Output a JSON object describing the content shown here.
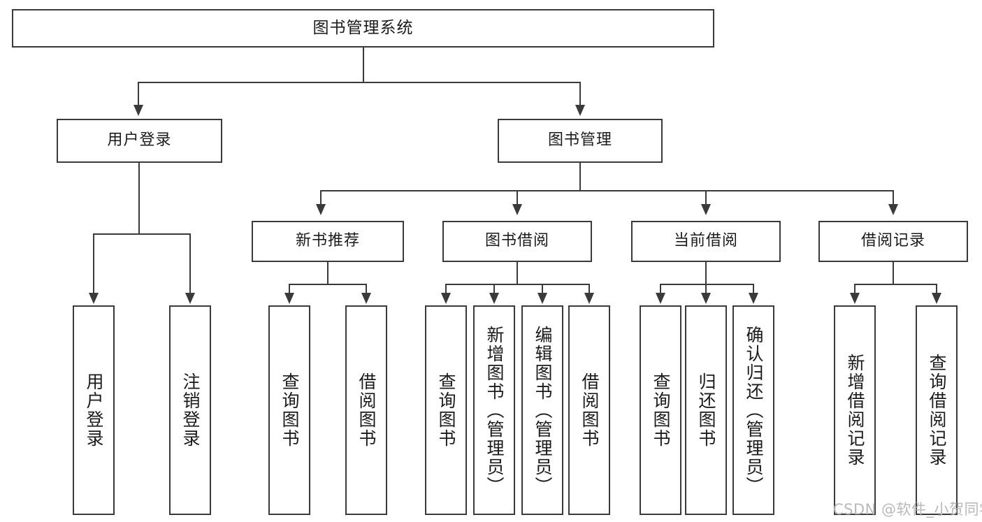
{
  "diagram": {
    "type": "tree-hierarchy",
    "title": "图书管理系统",
    "root": {
      "label": "图书管理系统"
    },
    "level2": [
      {
        "label": "用户登录"
      },
      {
        "label": "图书管理"
      }
    ],
    "level3": [
      {
        "label": "新书推荐"
      },
      {
        "label": "图书借阅"
      },
      {
        "label": "当前借阅"
      },
      {
        "label": "借阅记录"
      }
    ],
    "leaves": {
      "user_login": [
        {
          "label": "用户登录"
        },
        {
          "label": "注销登录"
        }
      ],
      "new_book_recommend": [
        {
          "label": "查询图书"
        },
        {
          "label": "借阅图书"
        }
      ],
      "book_borrow": [
        {
          "label": "查询图书"
        },
        {
          "label": "新增图书（管理员）"
        },
        {
          "label": "编辑图书（管理员）"
        },
        {
          "label": "借阅图书"
        }
      ],
      "current_borrow": [
        {
          "label": "查询图书"
        },
        {
          "label": "归还图书"
        },
        {
          "label": "确认归还（管理员）"
        }
      ],
      "borrow_record": [
        {
          "label": "新增借阅记录"
        },
        {
          "label": "查询借阅记录"
        }
      ]
    }
  },
  "watermark": {
    "text": "CSDN @软件_小贺同学"
  },
  "colors": {
    "stroke": "#3a3a3a",
    "text": "#1b1b1b",
    "background": "#ffffff",
    "watermark": "#b9b9b9"
  }
}
